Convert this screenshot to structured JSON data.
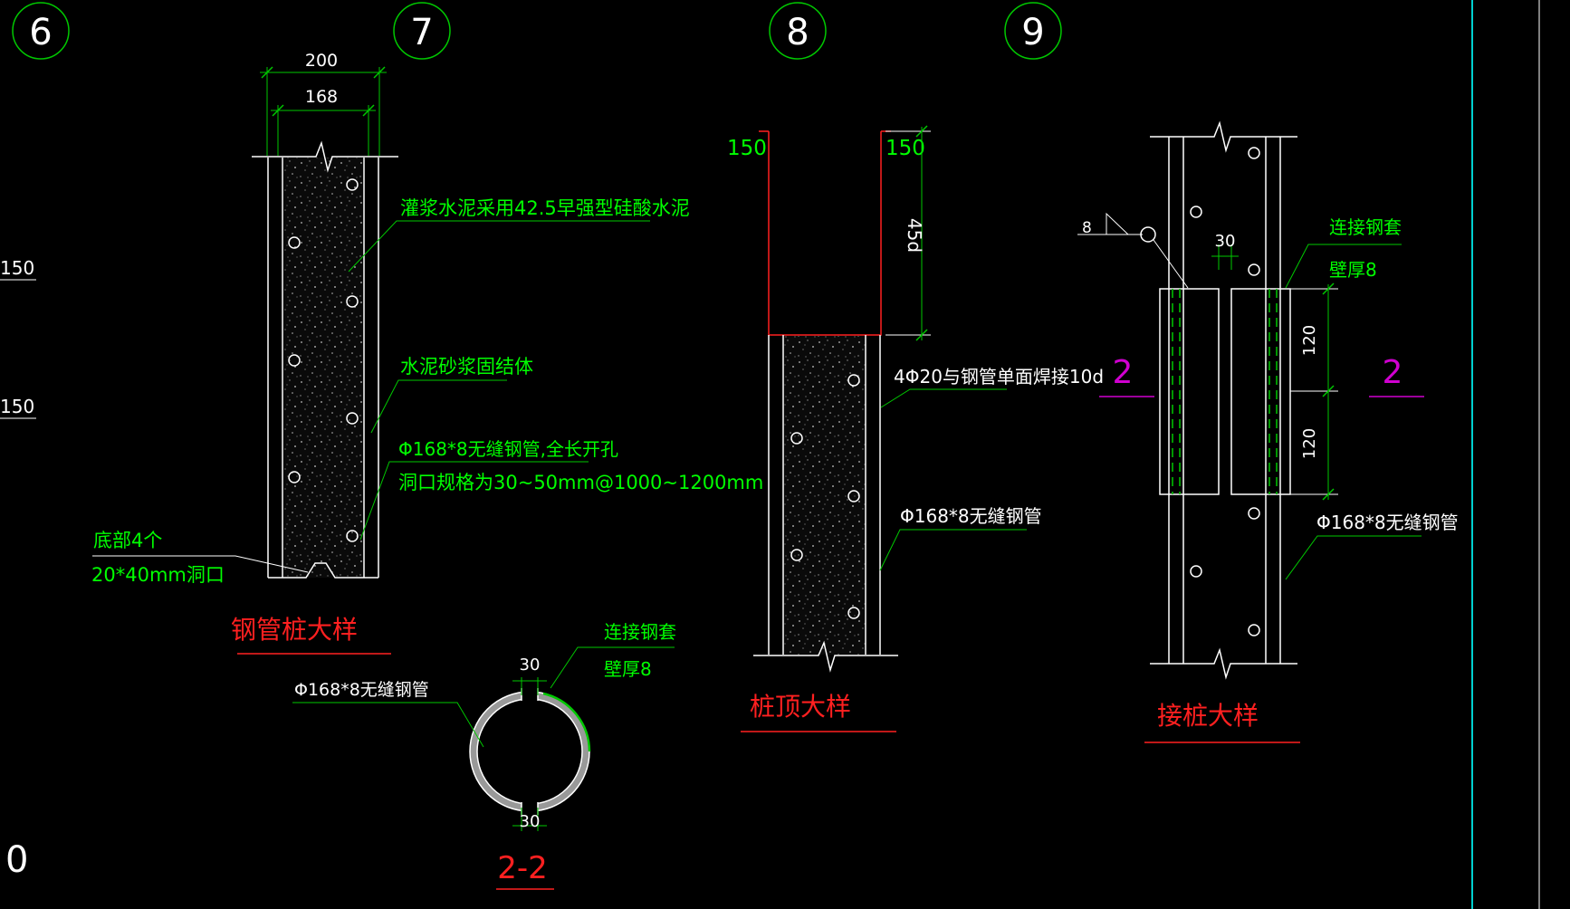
{
  "grid_bubbles": [
    "6",
    "7",
    "8",
    "9"
  ],
  "left_edge": {
    "dim_a": "150",
    "dim_b": "150",
    "bottom_char": "0"
  },
  "steel_pile": {
    "dim_outer": "200",
    "dim_inner": "168",
    "note_grout": "灌浆水泥采用42.5早强型硅酸水泥",
    "note_mortar": "水泥砂浆固结体",
    "note_pipe_1": "Φ168*8无缝钢管,全长开孔",
    "note_pipe_2": "洞口规格为30~50mm@1000~1200mm",
    "note_bottom_1": "底部4个",
    "note_bottom_2": "20*40mm洞口",
    "title": "钢管桩大样"
  },
  "section_2_2": {
    "note_sleeve_1": "连接钢套",
    "note_sleeve_2": "壁厚8",
    "dim_top": "30",
    "dim_bottom": "30",
    "note_pipe": "Φ168*8无缝钢管",
    "title": "2-2"
  },
  "pile_top": {
    "dim_left": "150",
    "dim_right": "150",
    "dim_anchor": "45d",
    "note_rebar": "4Φ20与钢管单面焊接10d",
    "note_pipe": "Φ168*8无缝钢管",
    "title": "桩顶大样"
  },
  "pile_joint": {
    "weld_size": "8",
    "dim_gap": "30",
    "note_sleeve_1": "连接钢套",
    "note_sleeve_2": "壁厚8",
    "dim_120a": "120",
    "dim_120b": "120",
    "section_mark_left": "2",
    "section_mark_right": "2",
    "note_pipe": "Φ168*8无缝钢管",
    "title": "接桩大样"
  },
  "colors": {
    "background": "#000000",
    "leader": "#00c800",
    "title": "#ff2020",
    "section": "#d000d0",
    "frame": "#00d0d0"
  }
}
